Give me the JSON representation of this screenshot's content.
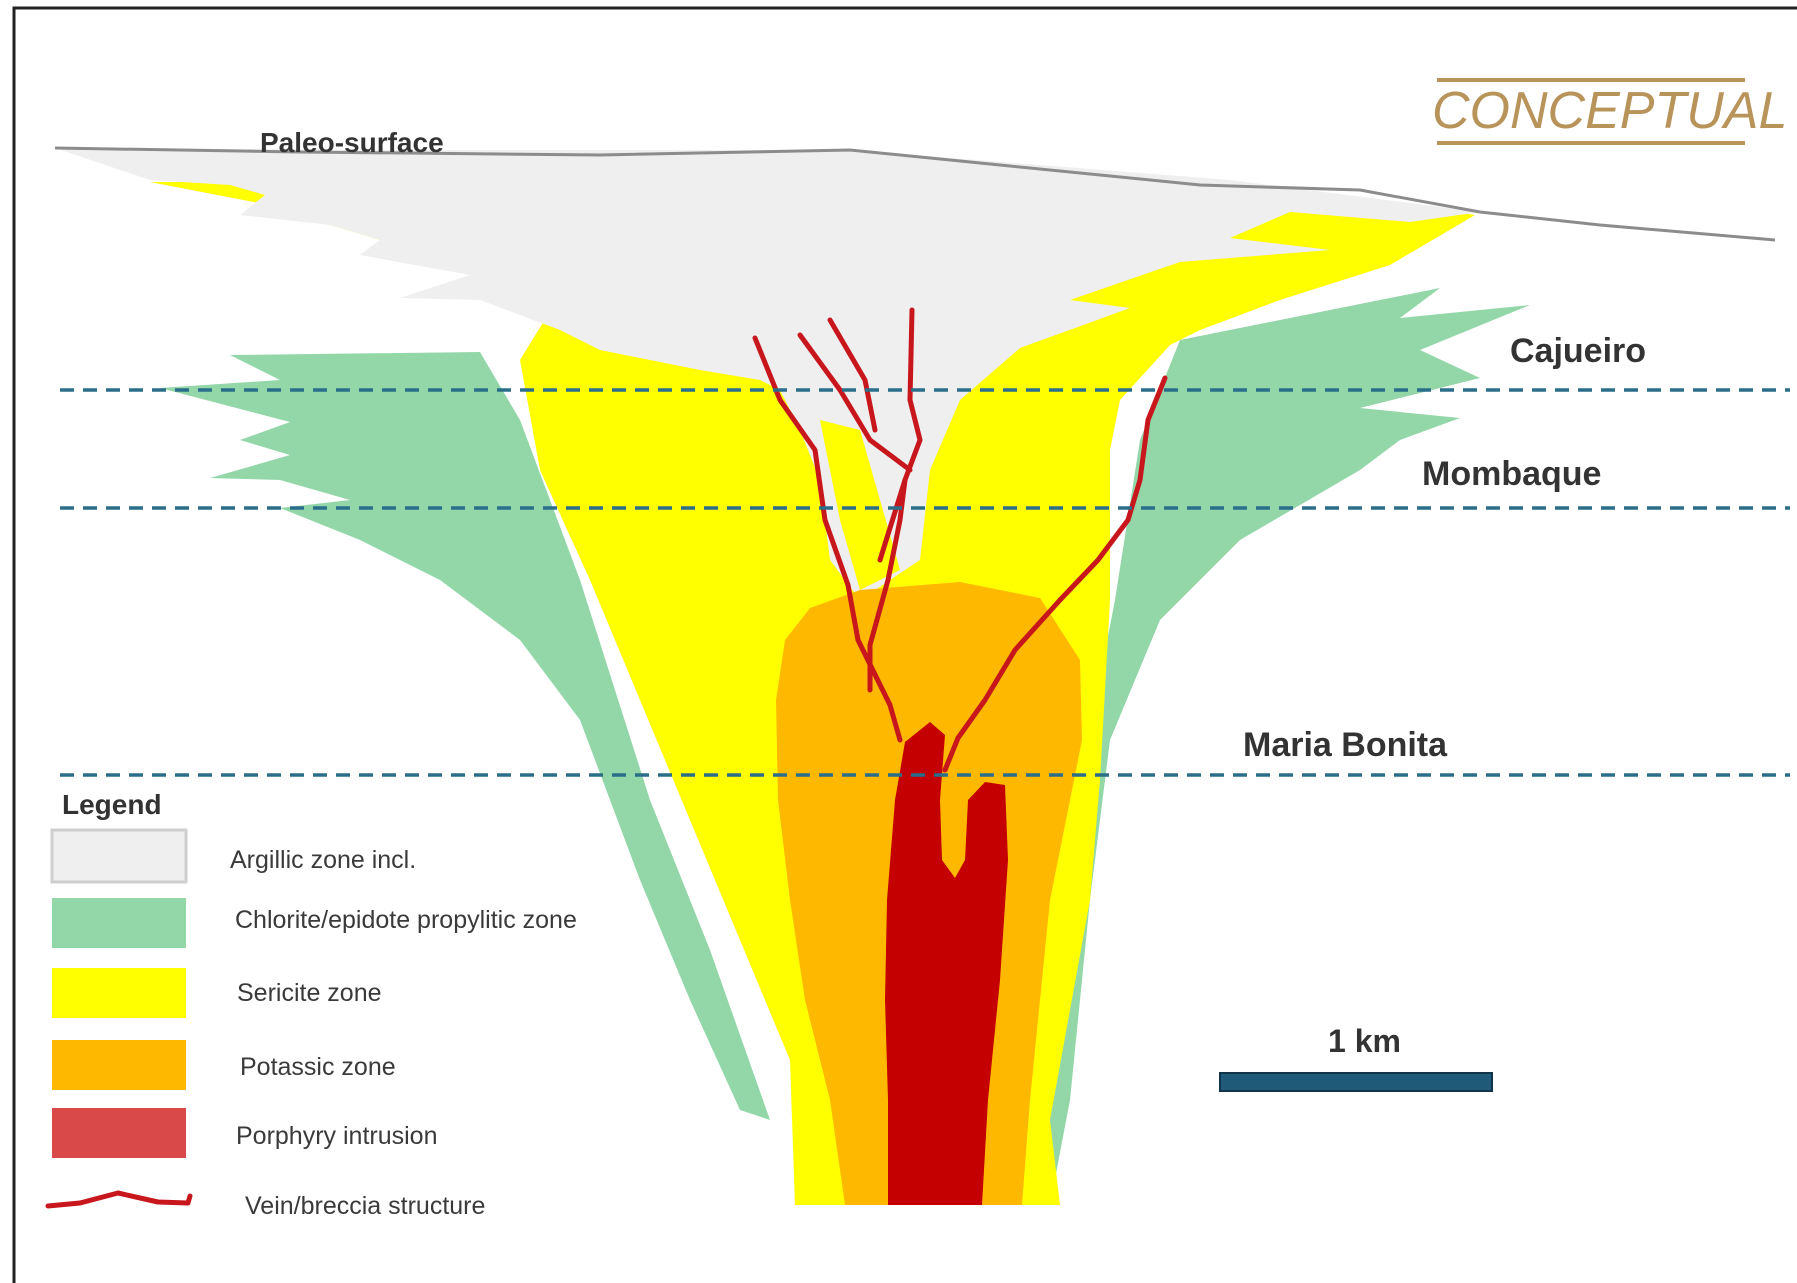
{
  "stamp": {
    "text": "CONCEPTUAL",
    "color": "#b8935a"
  },
  "labels": {
    "paleo_surface": "Paleo-surface",
    "cajueiro": "Cajueiro",
    "mombaque": "Mombaque",
    "maria_bonita": "Maria Bonita"
  },
  "scale_bar": {
    "label": "1 km",
    "color": "#1f5a78"
  },
  "legend": {
    "title": "Legend",
    "items": [
      {
        "key": "argillic",
        "label": "Argillic zone incl.",
        "swatch": "#efefef"
      },
      {
        "key": "propylitic",
        "label": "Chlorite/epidote propylitic zone",
        "swatch": "#93d7a9"
      },
      {
        "key": "sericite",
        "label": "Sericite zone",
        "swatch": "#ffff00"
      },
      {
        "key": "potassic",
        "label": "Potassic zone",
        "swatch": "#ffb800"
      },
      {
        "key": "porphyry",
        "label": "Porphyry intrusion",
        "swatch": "#d9494a"
      },
      {
        "key": "vein",
        "label": "Vein/breccia structure",
        "swatch": "#c8161d"
      }
    ]
  },
  "colors": {
    "argillic": "#efefef",
    "propylitic": "#93d7a9",
    "sericite": "#ffff00",
    "potassic": "#ffb800",
    "porphyry": "#c40000",
    "vein": "#c8161d",
    "level_line": "#2a6e8a",
    "surface_line": "#8c8c8c",
    "frame": "#222222"
  }
}
